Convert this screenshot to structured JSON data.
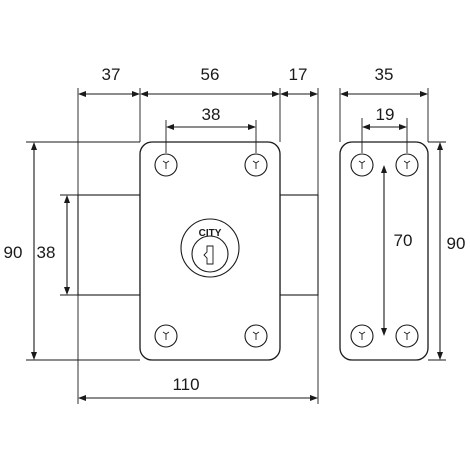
{
  "dimensions": {
    "bolt_projection_width": "37",
    "case_width": "56",
    "bolt_depth": "17",
    "front_hole_spacing": "38",
    "overall_height": "90",
    "bolt_height": "38",
    "overall_width": "110",
    "side_width": "35",
    "side_hole_spacing": "19",
    "side_vertical_hole_spacing": "70",
    "side_height": "90"
  },
  "cylinder_brand": "CITY",
  "colors": {
    "line": "#1a1a1a",
    "background": "#ffffff"
  }
}
